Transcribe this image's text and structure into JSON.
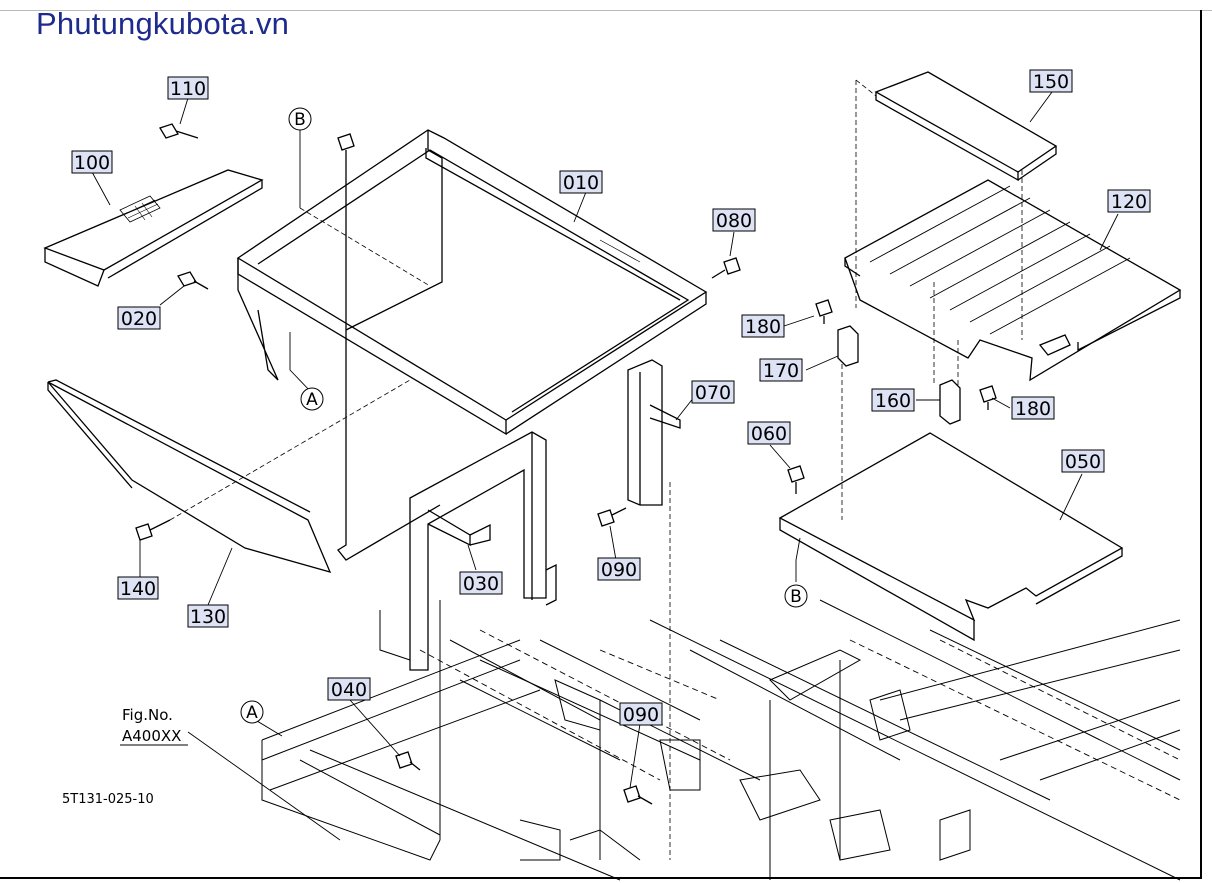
{
  "brand": {
    "text": "Phutungkubota.vn",
    "color": "#1e2a8c"
  },
  "figure": {
    "fig_no_label": "Fig.No.",
    "fig_no_value": "A400XX",
    "drawing_code": "5T131-025-10"
  },
  "callouts": {
    "c010": "010",
    "c020": "020",
    "c030": "030",
    "c040": "040",
    "c050": "050",
    "c060": "060",
    "c070": "070",
    "c080": "080",
    "c090a": "090",
    "c090b": "090",
    "c100": "100",
    "c110": "110",
    "c120": "120",
    "c130": "130",
    "c140": "140",
    "c150": "150",
    "c160": "160",
    "c170": "170",
    "c180a": "180",
    "c180b": "180"
  },
  "markers": {
    "A1": "A",
    "A2": "A",
    "B1": "B",
    "B2": "B"
  },
  "colors": {
    "label_box_fill": "#dde2f4",
    "line": "#000000"
  }
}
